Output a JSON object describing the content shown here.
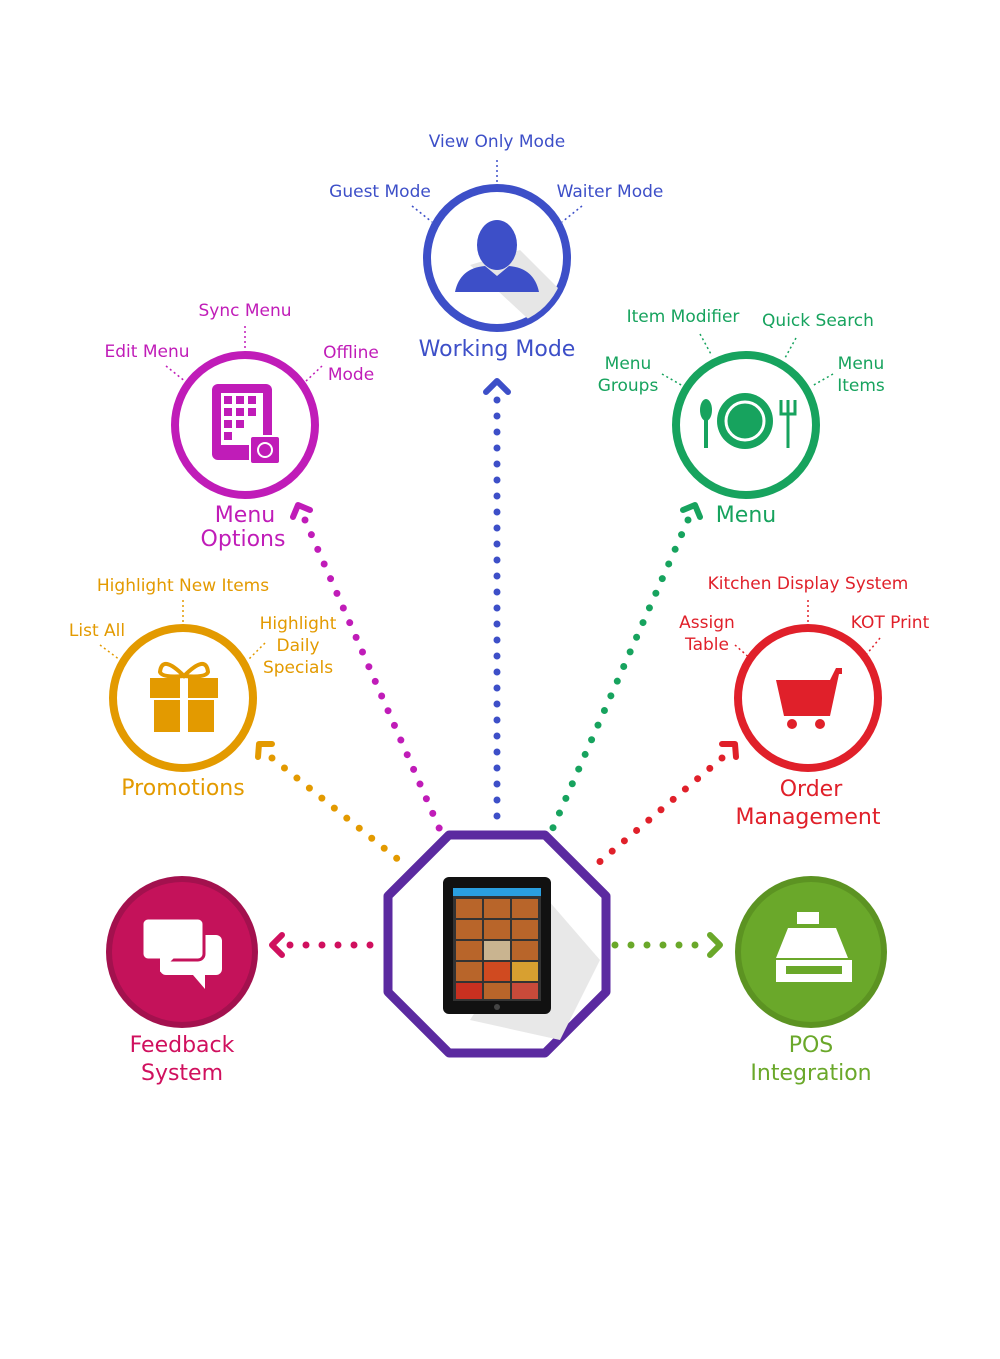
{
  "center": {
    "name": "tablet-app"
  },
  "working_mode": {
    "title": "Working Mode",
    "items": [
      "View Only Mode",
      "Guest Mode",
      "Waiter Mode"
    ],
    "color": "#3d4fc8"
  },
  "menu_options": {
    "title_line1": "Menu",
    "title_line2": "Options",
    "items": [
      "Sync Menu",
      "Edit Menu",
      "Offline",
      "Mode"
    ],
    "color": "#c01cb8"
  },
  "menu": {
    "title": "Menu",
    "items": [
      "Item Modifier",
      "Quick Search",
      "Menu",
      "Groups",
      "Menu",
      "Items"
    ],
    "color": "#17a35e"
  },
  "promotions": {
    "title": "Promotions",
    "items": [
      "Highlight New Items",
      "List All",
      "Highlight",
      "Daily",
      "Specials"
    ],
    "color": "#e39a00"
  },
  "order_management": {
    "title_line1": "Order",
    "title_line2": "Management",
    "items": [
      "Kitchen Display System",
      "Assign",
      "Table",
      "KOT Print"
    ],
    "color": "#e0202a"
  },
  "feedback": {
    "title_line1": "Feedback",
    "title_line2": "System",
    "color": "#d0105e"
  },
  "pos": {
    "title_line1": "POS",
    "title_line2": "Integration",
    "color": "#6aa82a"
  }
}
